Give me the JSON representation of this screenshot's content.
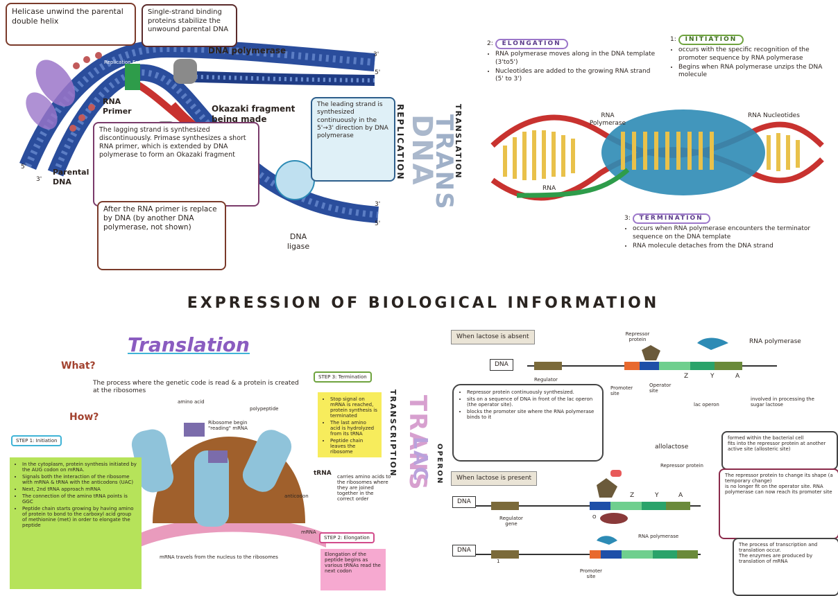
{
  "title": "EXPRESSION OF BIOLOGICAL INFORMATION",
  "replication": {
    "step1": "Helicase unwind the parental double helix",
    "step2": "Single-strand binding proteins stabilize the unwound parental DNA",
    "dna_polymerase": "DNA polymerase",
    "replication_fork": "Replication Fork",
    "rna_primer": "RNA Primer",
    "okazaki": "Okazaki fragment being made",
    "step3": "The leading strand is synthesized continuously in the 5'→3' direction by DNA polymerase",
    "step4": "The lagging strand is synthesized discontinuously. Primase synthesizes a short RNA primer, which is extended by DNA polymerase to form an Okazaki fragment",
    "step5": "After the RNA primer is replace by DNA (by another DNA polymerase, not shown)",
    "parental_dna": "Parental DNA",
    "dna_ligase": "DNA ligase",
    "labels": {
      "n3": "3'",
      "n5": "5'"
    },
    "vertical_dna": "DNA",
    "vertical_replication": "REPLICATION",
    "vertical_trans": "TRANS",
    "vertical_translation": "TRANSLATION"
  },
  "transcription": {
    "elongation_tag": "ELONGATION",
    "elongation_num": "2:",
    "elongation_points": [
      "RNA polymerase moves along in the DNA template (3'to5')",
      "Nucleotides are added to the growing RNA strand (5' to 3')"
    ],
    "initiation_tag": "INITIATION",
    "initiation_num": "1:",
    "initiation_points": [
      "occurs with the specific recognition of the promoter sequence by RNA polymerase",
      "Begins when RNA polymerase unzips the DNA molecule"
    ],
    "rna_polymerase": "RNA Polymerase",
    "rna_nucleotides": "RNA Nucleotides",
    "rna": "RNA",
    "termination_tag": "TERMINATION",
    "termination_num": "3:",
    "termination_points": [
      "occurs when RNA polymerase encounters the terminator sequence on the DNA template",
      "RNA molecule detaches from the DNA strand"
    ]
  },
  "translation": {
    "heading": "Translation",
    "what": "What?",
    "what_text": "The process where the genetic code is read & a protein is created at the ribosomes",
    "how": "How?",
    "step1_tag": "STEP 1: Initiation",
    "step1_points": [
      "In the cytoplasm, protein synthesis initiated by the AUG codon on mRNA.",
      "Signals both the interaction of the ribosome with mRNA & tRNA with the anticodons (UAC)",
      "Next, 2nd tRNA approach mRNA",
      "The connection of the amino tRNA points is GGC",
      "Peptide chain starts growing by having amino of protein to bond to the carboxyl acid group of methionine (met) in order to elongate the peptide"
    ],
    "step3_tag": "STEP 3: Termination",
    "step3_points": [
      "Stop signal on mRNA is reached, protein synthesis is terminated",
      "The last amino acid is hydrolyzed from its tRNA",
      "Peptide chain leaves the ribosome"
    ],
    "step2_tag": "STEP 2: Elongation",
    "step2_text": "Elongation of the peptide begins as various tRNAs read the next codon",
    "trna_label": "tRNA",
    "trna_text": "carries amino acids to the ribosomes where they are joined together in the correct order",
    "mrna_text": "mRNA travels from the nucleus to the ribosomes",
    "ribosome_reading": "Ribosome begin \"reading\" mRNA",
    "polypeptide": "polypeptide",
    "amino_acid": "amino acid",
    "anticodon": "anticodon",
    "mrna": "mRNA",
    "vertical_trans": "TRANS",
    "vertical_lac": "LAC",
    "vertical_transcription": "TRANSCRIPTION",
    "vertical_operon": "OPERON"
  },
  "lac_operon": {
    "absent_tag": "When lactose is absent",
    "present_tag": "When lactose is present",
    "repressor_protein": "Repressor protein",
    "rna_polymerase": "RNA polymerase",
    "dna": "DNA",
    "regulator_gene": "Regulator gene",
    "promoter_site": "Promoter site",
    "operator_site": "Operator site",
    "genes": [
      "Z",
      "Y",
      "A"
    ],
    "operator_o": "O",
    "lac_operon": "lac operon",
    "lac_operon_text": "involved in processing the sugar lactose",
    "repressor_box": [
      "Repressor protein continuously synthesized.",
      "sits on a sequence of DNA in front of the lac operon (the operator site).",
      "blocks the promoter site where the RNA polymerase binds to it"
    ],
    "allolactose": "allolactose",
    "allolactose_box": [
      "formed within the bacterial cell",
      "fits into the repressor protein at another active site (allosteric site)"
    ],
    "repressor_box2": [
      "The repressor protein to change its shape (a temporary change)",
      "is no longer fit on the operator site. RNA polymerase can now reach its promoter site"
    ],
    "transcription_box": [
      "The process of transcription and translation occur.",
      "The enzymes are produced by translation of mRNA"
    ],
    "regulator_gene2": "Regulator gene",
    "promoter_site2": "Promoter site",
    "one": "1"
  },
  "colors": {
    "dna_blue": "#2a4d9c",
    "strand_red": "#c8322f",
    "primer_green": "#2e9c4a",
    "polymerase_teal": "#2d8bb5",
    "ribosome_brown": "#a0602c",
    "trna_blue": "#8fc3da",
    "sticky_green": "#b6e35a",
    "sticky_yellow": "#f7ec5c",
    "sticky_pink": "#f6a9d0",
    "purple": "#9b76c9"
  }
}
